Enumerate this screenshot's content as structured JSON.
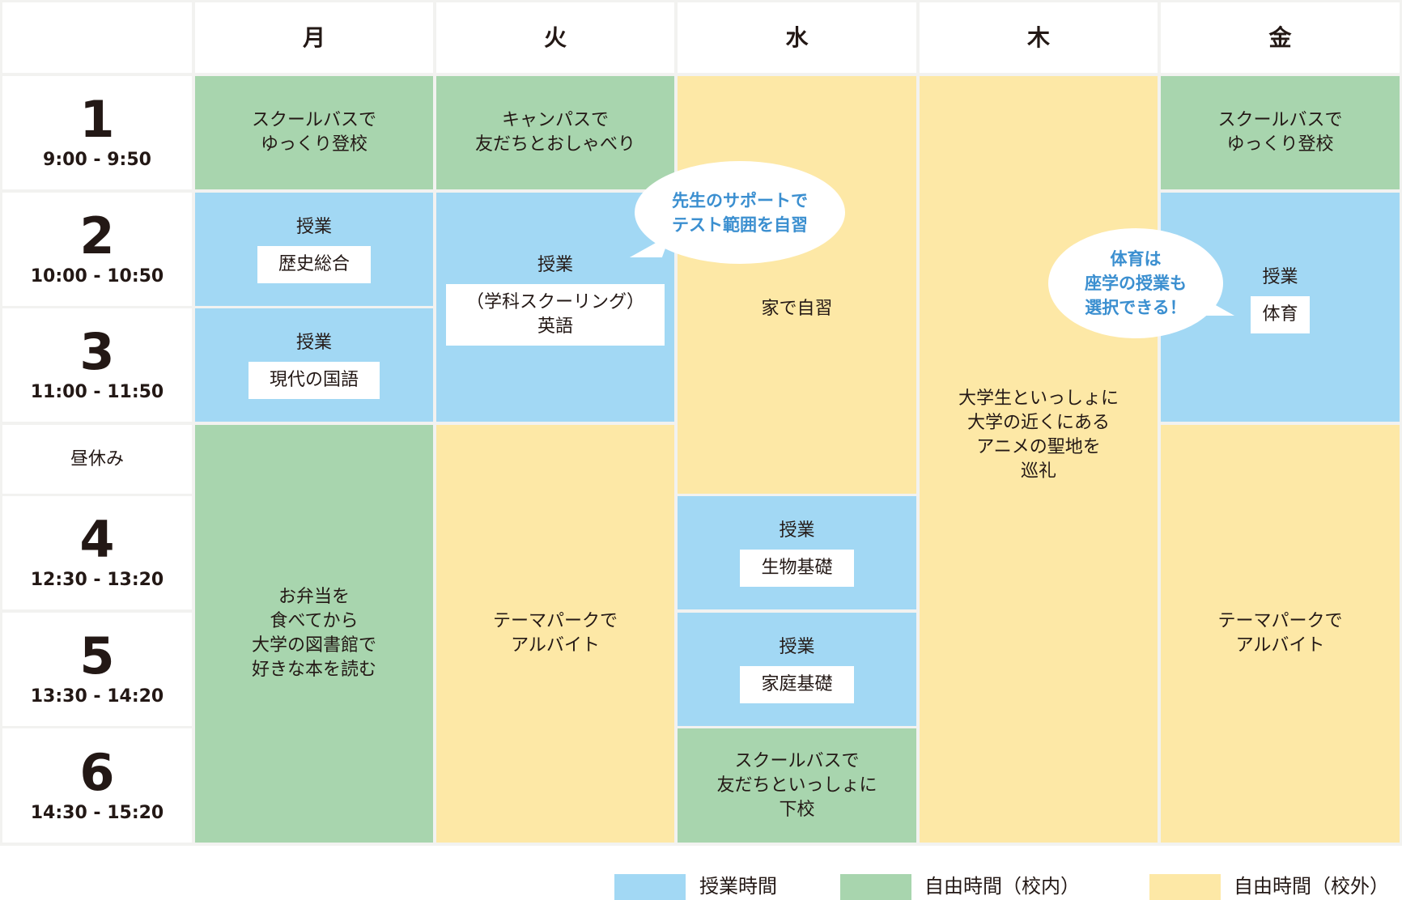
{
  "days": [
    "月",
    "火",
    "水",
    "木",
    "金"
  ],
  "periods": [
    {
      "num": "1",
      "time": "9:00 - 9:50"
    },
    {
      "num": "2",
      "time": "10:00 - 10:50"
    },
    {
      "num": "3",
      "time": "11:00 - 11:50"
    },
    {
      "num": "4",
      "time": "12:30 - 13:20"
    },
    {
      "num": "5",
      "time": "13:30 - 14:20"
    },
    {
      "num": "6",
      "time": "14:30 - 15:20"
    }
  ],
  "lunch": "昼休み",
  "mon": {
    "p1": "スクールバスで\nゆっくり登校",
    "p2_title": "授業",
    "p2_subject": "歴史総合",
    "p3_title": "授業",
    "p3_subject": "現代の国語",
    "afternoon": "お弁当を\n食べてから\n大学の図書館で\n好きな本を読む"
  },
  "tue": {
    "p1": "キャンパスで\n友だちとおしゃべり",
    "p23_title": "授業",
    "p23_subject": "（学科スクーリング）\n英語",
    "afternoon": "テーマパークで\nアルバイト"
  },
  "wed": {
    "morning": "家で自習",
    "p4_title": "授業",
    "p4_subject": "生物基礎",
    "p5_title": "授業",
    "p5_subject": "家庭基礎",
    "p6": "スクールバスで\n友だちといっしょに\n下校"
  },
  "thu": {
    "all": "大学生といっしょに\n大学の近くにある\nアニメの聖地を\n巡礼"
  },
  "fri": {
    "p1": "スクールバスで\nゆっくり登校",
    "p23_title": "授業",
    "p23_subject": "体育",
    "afternoon": "テーマパークで\nアルバイト"
  },
  "bubbles": {
    "tue": "先生のサポートで\nテスト範囲を自習",
    "fri": "体育は\n座学の授業も\n選択できる！"
  },
  "legend": [
    {
      "label": "授業時間",
      "color": "#a2d8f4"
    },
    {
      "label": "自由時間（校内）",
      "color": "#a8d5ae"
    },
    {
      "label": "自由時間（校外）",
      "color": "#fde8a6"
    }
  ]
}
